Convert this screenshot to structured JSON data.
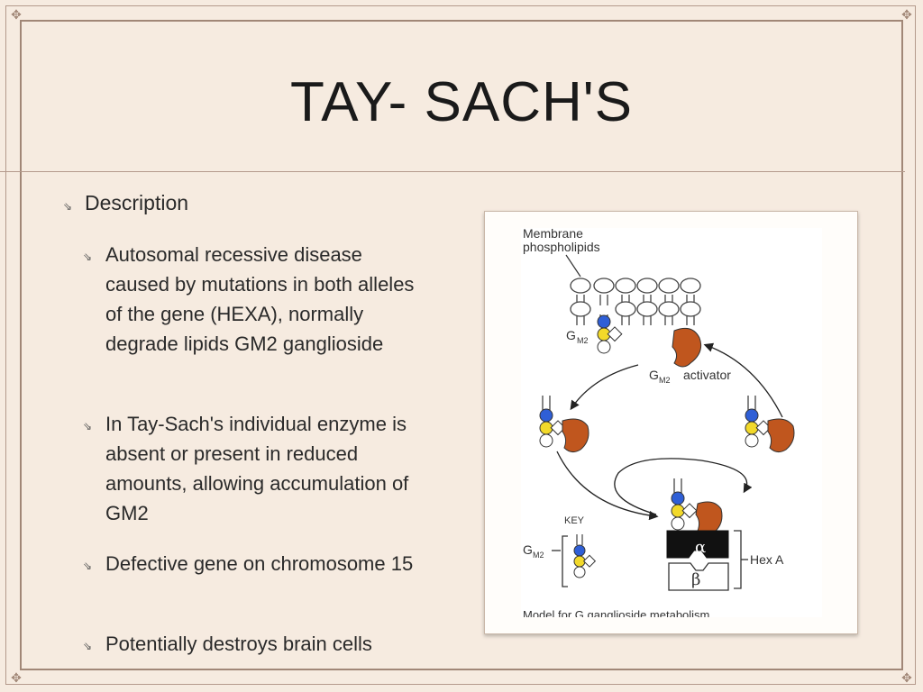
{
  "slide": {
    "title": "TAY- SACH'S",
    "heading": "Description",
    "bullets": [
      "Autosomal recessive disease caused by mutations in both alleles of the gene (HEXA), normally degrade lipids GM2 ganglioside",
      "In Tay-Sach's individual enzyme is absent or present in reduced amounts, allowing accumulation of GM2",
      "Defective gene on chromosome 15",
      "Potentially destroys brain cells"
    ]
  },
  "figure": {
    "membrane_label_1": "Membrane",
    "membrane_label_2": "phospholipids",
    "gm2": "G",
    "gm2_sub": "M2",
    "activator": "activator",
    "key": "KEY",
    "hexa": "Hex A",
    "alpha": "α",
    "beta": "β",
    "caption": "Model for G    ganglioside metabolism"
  },
  "colors": {
    "enzyme": "#c0561e",
    "blue": "#2f5fd6",
    "yellow": "#f2d92a",
    "frame": "#a18777"
  }
}
